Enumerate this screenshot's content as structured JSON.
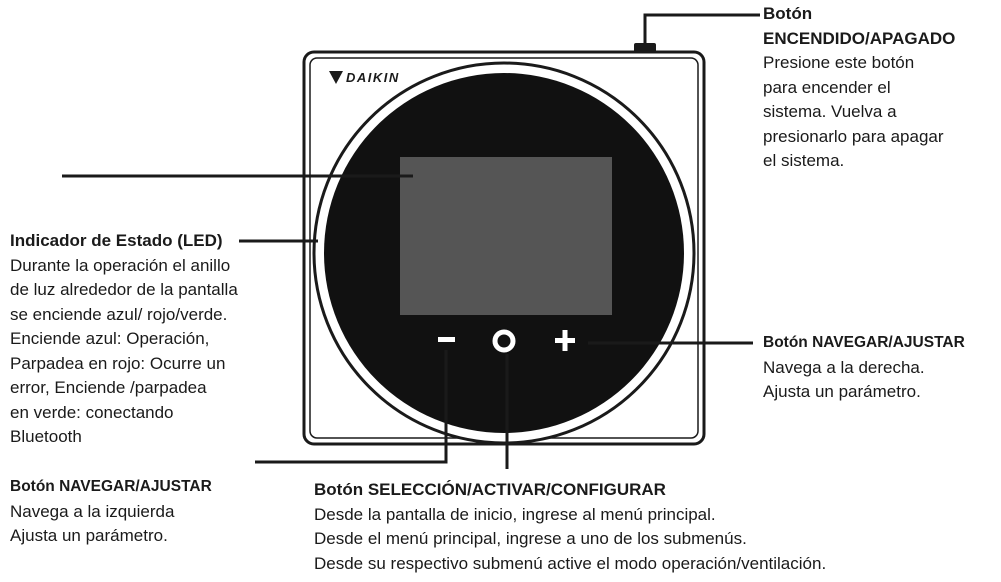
{
  "device": {
    "brand": "DAIKIN",
    "minus_symbol": "−",
    "plus_symbol": "+"
  },
  "annotations": {
    "power_button": {
      "title_line1": "Botón",
      "title_line2": "ENCENDIDO/APAGADO",
      "desc": [
        "Presione este botón",
        "para encender el",
        "sistema. Vuelva a",
        "presionarlo para apagar",
        "el sistema."
      ]
    },
    "status_led": {
      "title": "Indicador de Estado (LED)",
      "desc": [
        "Durante la operación el anillo",
        "de luz alrededor de la pantalla",
        "se enciende azul/ rojo/verde.",
        "Enciende azul: Operación,",
        "Parpadea en rojo: Ocurre un",
        "error, Enciende /parpadea",
        "en verde: conectando",
        "Bluetooth"
      ]
    },
    "nav_left": {
      "title": "Botón NAVEGAR/AJUSTAR",
      "desc": [
        "Navega a la izquierda",
        "Ajusta un parámetro."
      ]
    },
    "nav_right": {
      "title": "Botón NAVEGAR/AJUSTAR",
      "desc": [
        "Navega a la derecha.",
        "Ajusta un parámetro."
      ]
    },
    "select_button": {
      "title": "Botón SELECCIÓN/ACTIVAR/CONFIGURAR",
      "desc": [
        "Desde la pantalla de inicio, ingrese al menú principal.",
        "Desde el menú principal, ingrese a uno de los submenús.",
        "Desde su respectivo submenú active el modo operación/ventilación."
      ]
    }
  },
  "colors": {
    "line": "#1a1a1a",
    "body": "#111111",
    "screen": "#555555",
    "ring": "#ffffff"
  }
}
